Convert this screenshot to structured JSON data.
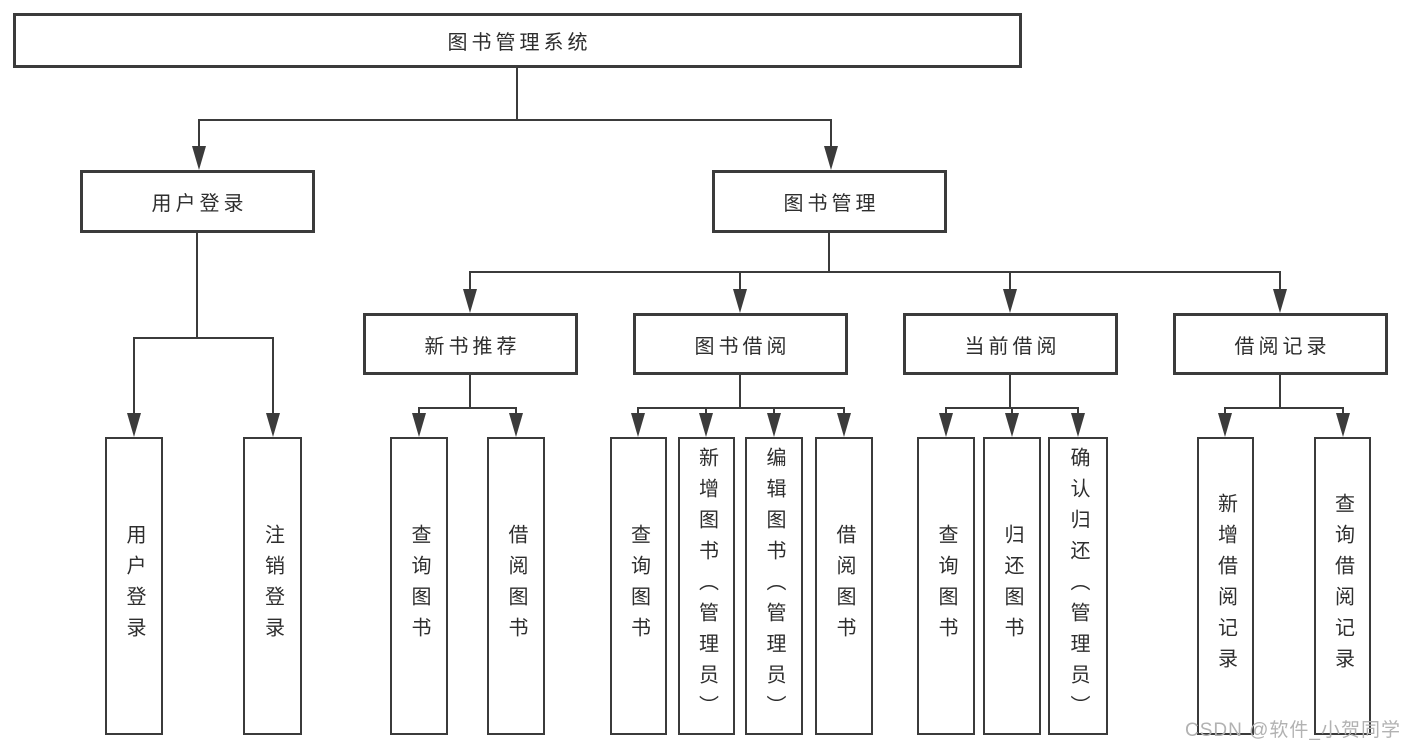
{
  "diagram": {
    "root": {
      "label": "图书管理系统"
    },
    "branches": [
      {
        "label": "用户登录",
        "children": [
          {
            "label": "用户登录"
          },
          {
            "label": "注销登录"
          }
        ]
      },
      {
        "label": "图书管理",
        "children": [
          {
            "label": "新书推荐",
            "children": [
              {
                "label": "查询图书"
              },
              {
                "label": "借阅图书"
              }
            ]
          },
          {
            "label": "图书借阅",
            "children": [
              {
                "label": "查询图书"
              },
              {
                "label": "新增图书（管理员）"
              },
              {
                "label": "编辑图书（管理员）"
              },
              {
                "label": "借阅图书"
              }
            ]
          },
          {
            "label": "当前借阅",
            "children": [
              {
                "label": "查询图书"
              },
              {
                "label": "归还图书"
              },
              {
                "label": "确认归还（管理员）"
              }
            ]
          },
          {
            "label": "借阅记录",
            "children": [
              {
                "label": "新增借阅记录"
              },
              {
                "label": "查询借阅记录"
              }
            ]
          }
        ]
      }
    ]
  },
  "watermark": {
    "text": "CSDN @软件_小贺同学"
  },
  "colors": {
    "line": "#3b3b3b",
    "text": "#2e2e2e",
    "watermark": "#b2b2b2",
    "background": "#ffffff"
  }
}
